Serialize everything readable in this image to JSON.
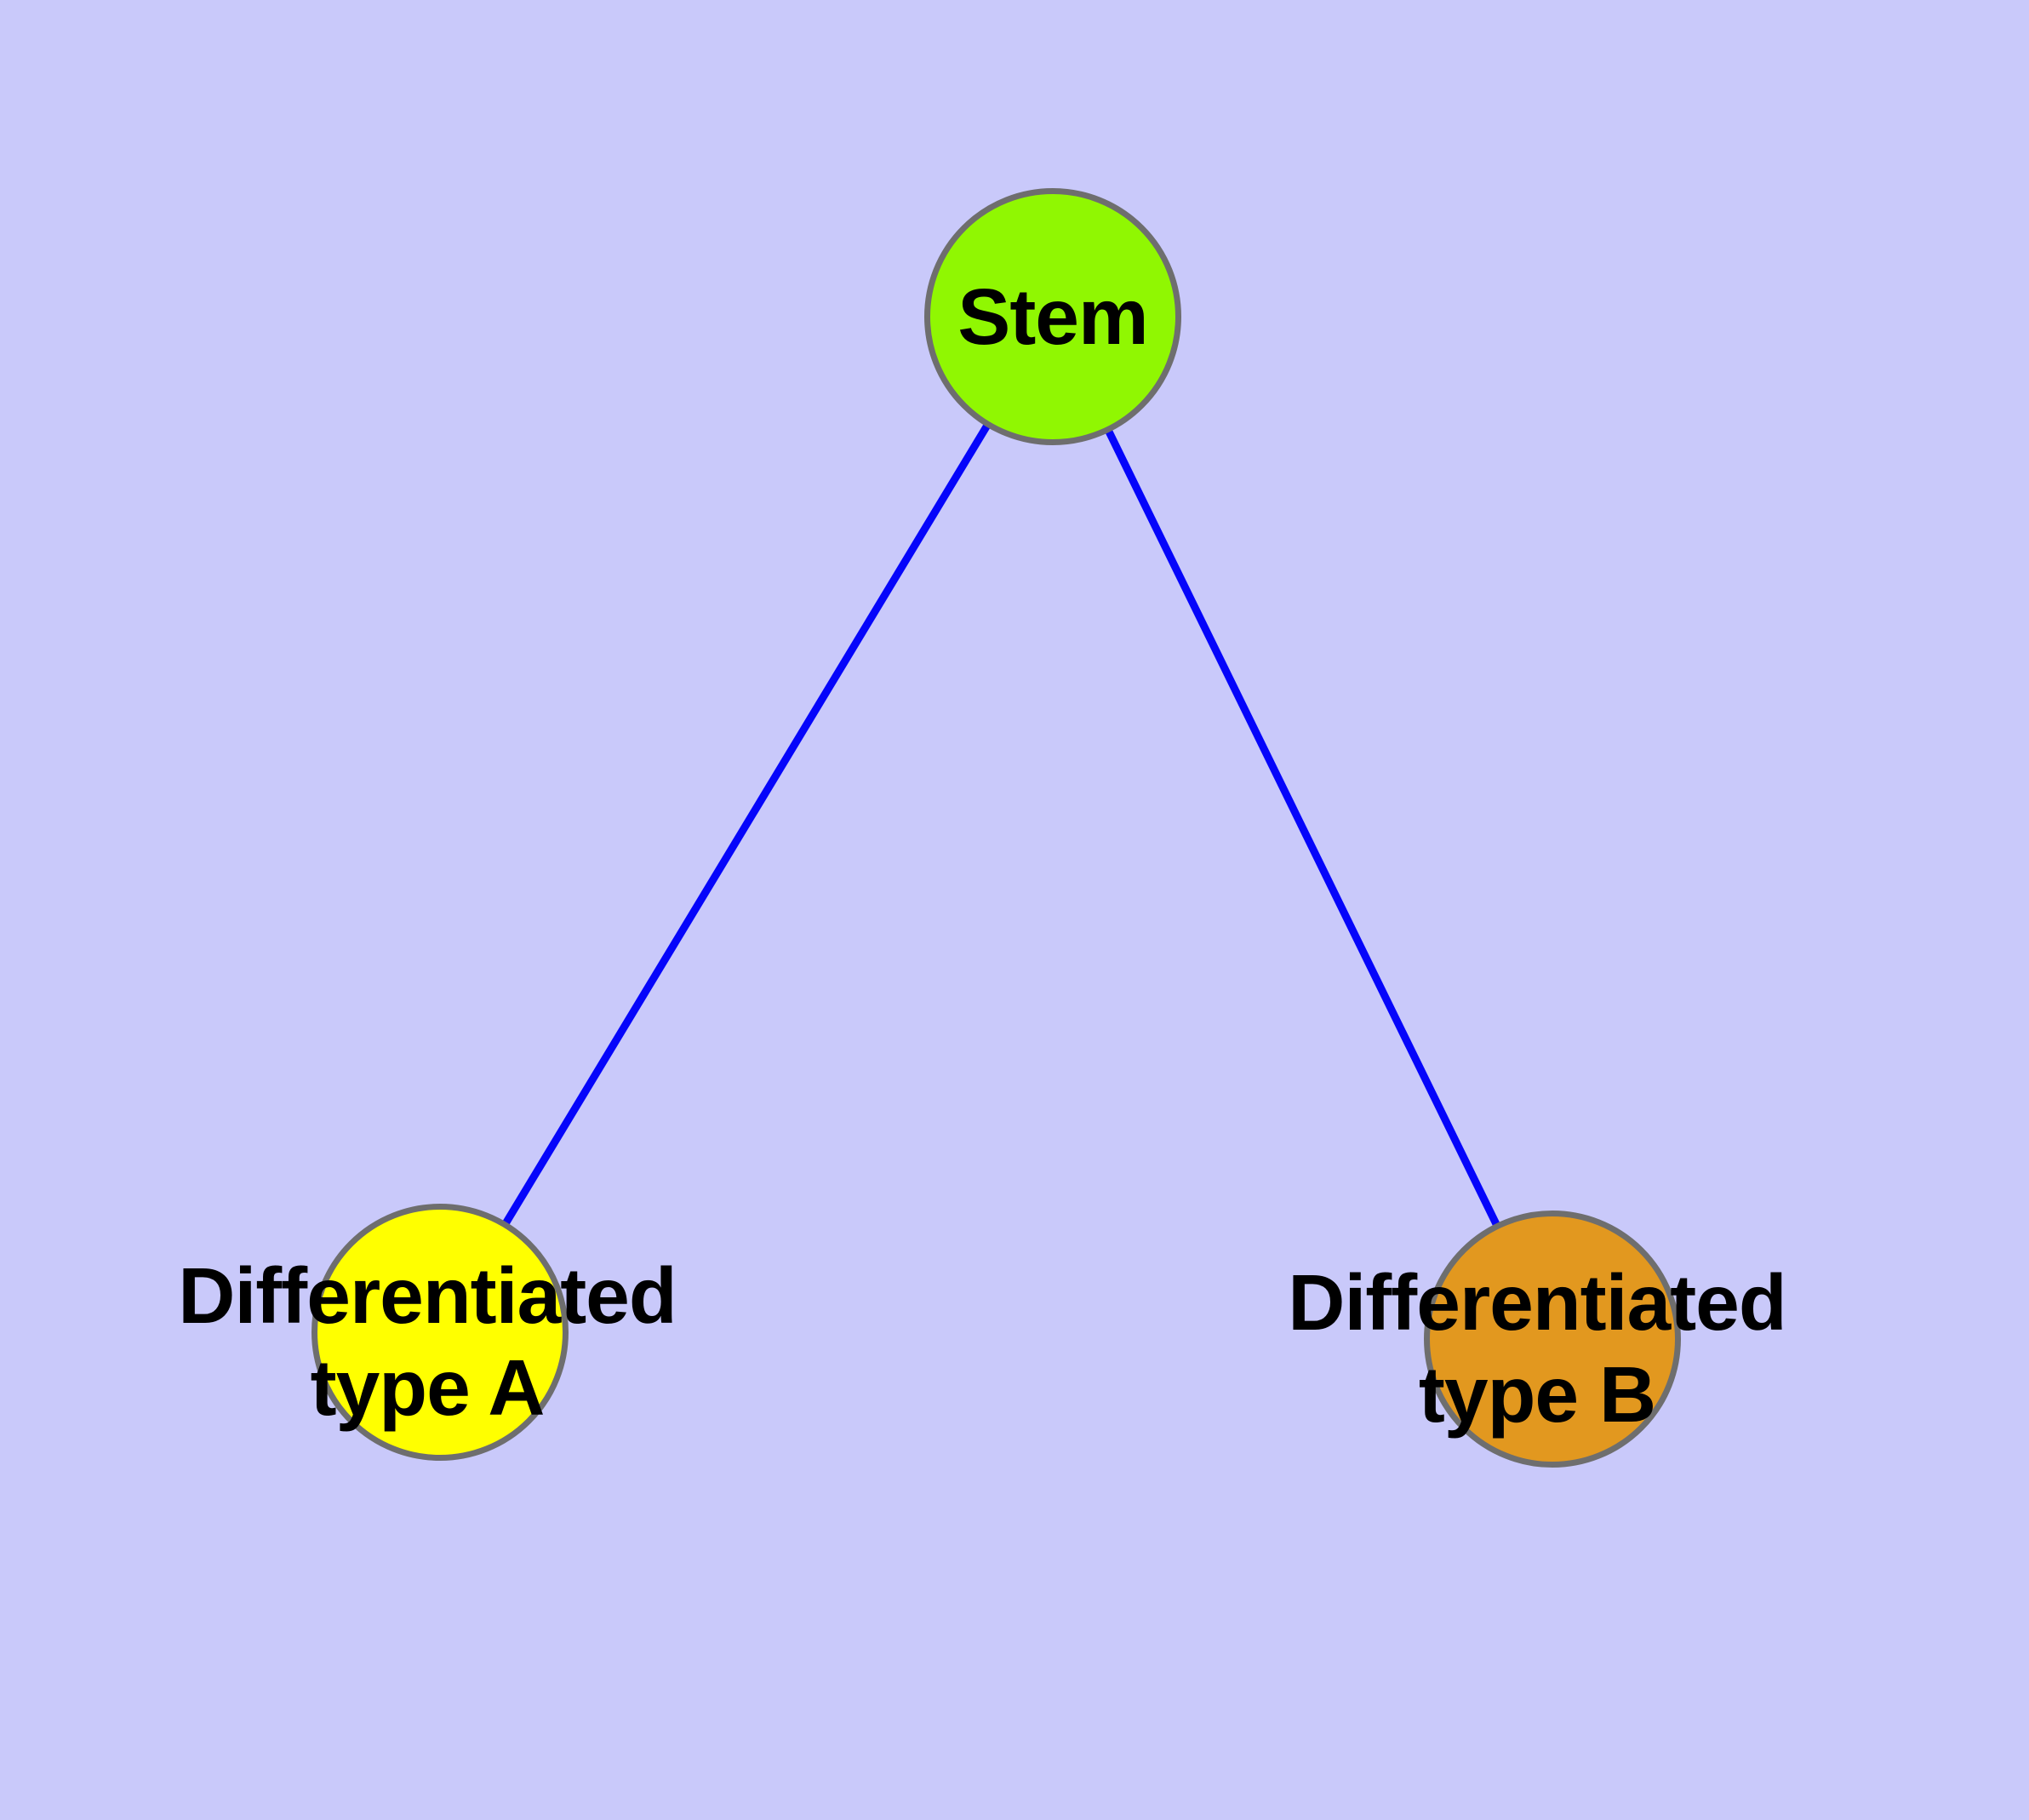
{
  "diagram": {
    "kind": "node-link-graph",
    "background_color": "#C9C9FA",
    "edge_color": "#0505FA",
    "node_border_color": "#6E6E6E",
    "label_color": "#000000",
    "nodes": [
      {
        "id": "stem",
        "label": "Stem",
        "label_lines": [
          "Stem"
        ],
        "fill": "#90F702"
      },
      {
        "id": "diff-a",
        "label": "Differentiated type A",
        "label_lines": [
          "Differentiated",
          "type A"
        ],
        "fill": "#FFFF00"
      },
      {
        "id": "diff-b",
        "label": "Differentiated type B",
        "label_lines": [
          "Differentiated",
          "type B"
        ],
        "fill": "#E2981F"
      }
    ],
    "edges": [
      {
        "from": "stem",
        "to": "diff-a"
      },
      {
        "from": "stem",
        "to": "diff-b"
      }
    ]
  }
}
